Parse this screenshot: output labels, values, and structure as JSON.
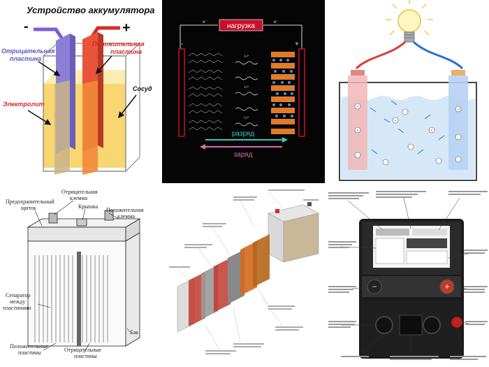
{
  "panel1": {
    "title": "Устройство аккумулятора",
    "minus": "-",
    "plus": "+",
    "negative_plate_line1": "Отрицательная",
    "negative_plate_line2": "пластина",
    "positive_plate_line1": "Положительная",
    "positive_plate_line2": "пластина",
    "electrolyte": "Электролит",
    "vessel": "Сосуд"
  },
  "panel2": {
    "load": "нагрузка",
    "electron": "e⁻",
    "ion": "Li⁺",
    "discharge": "разряд",
    "charge": "заряд",
    "minus": "-",
    "plus": "+"
  },
  "panel3": {
    "ion_label": "e"
  },
  "panel4": {
    "negative_terminal_line1": "Отрицательная",
    "negative_terminal_line2": "клемма",
    "safety_shield_line1": "Предохранительный",
    "safety_shield_line2": "щиток",
    "lid": "Крышка",
    "positive_terminal_line1": "Положительная",
    "positive_terminal_line2": "клемма",
    "separator_line1": "Сепаратор",
    "separator_line2": "между",
    "separator_line3": "пластинами",
    "positive_plates_line1": "Положительные",
    "positive_plates_line2": "пластины",
    "negative_plates_line1": "Отрицательные",
    "negative_plates_line2": "пластины",
    "tank": "Бак"
  },
  "colors": {
    "negative_plate": "#8b7fd6",
    "positive_plate": "#e8533a",
    "electrolyte": "#f5c842",
    "discharge_arrow": "#39c9c3",
    "charge_arrow": "#d96ab5",
    "load_box": "#c8102e",
    "water": "#d6e8f7"
  }
}
